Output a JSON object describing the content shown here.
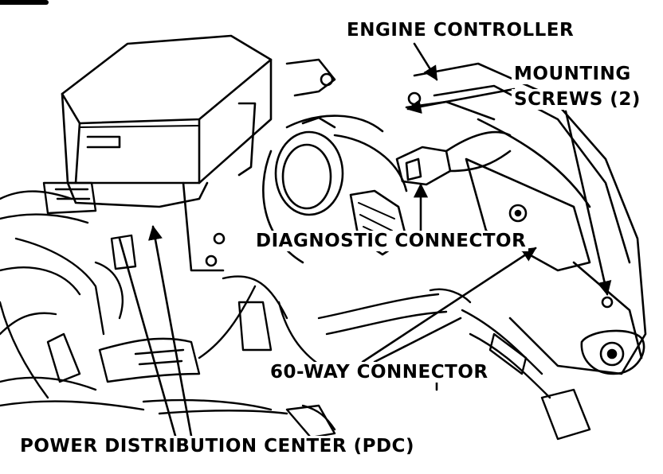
{
  "labels": {
    "engine_controller": "ENGINE CONTROLLER",
    "mounting_screws_line1": "MOUNTING",
    "mounting_screws_line2": "SCREWS (2)",
    "diagnostic_connector": "DIAGNOSTIC CONNECTOR",
    "sixty_way_connector": "60-WAY CONNECTOR",
    "power_distribution_center": "POWER DISTRIBUTION CENTER (PDC)"
  }
}
